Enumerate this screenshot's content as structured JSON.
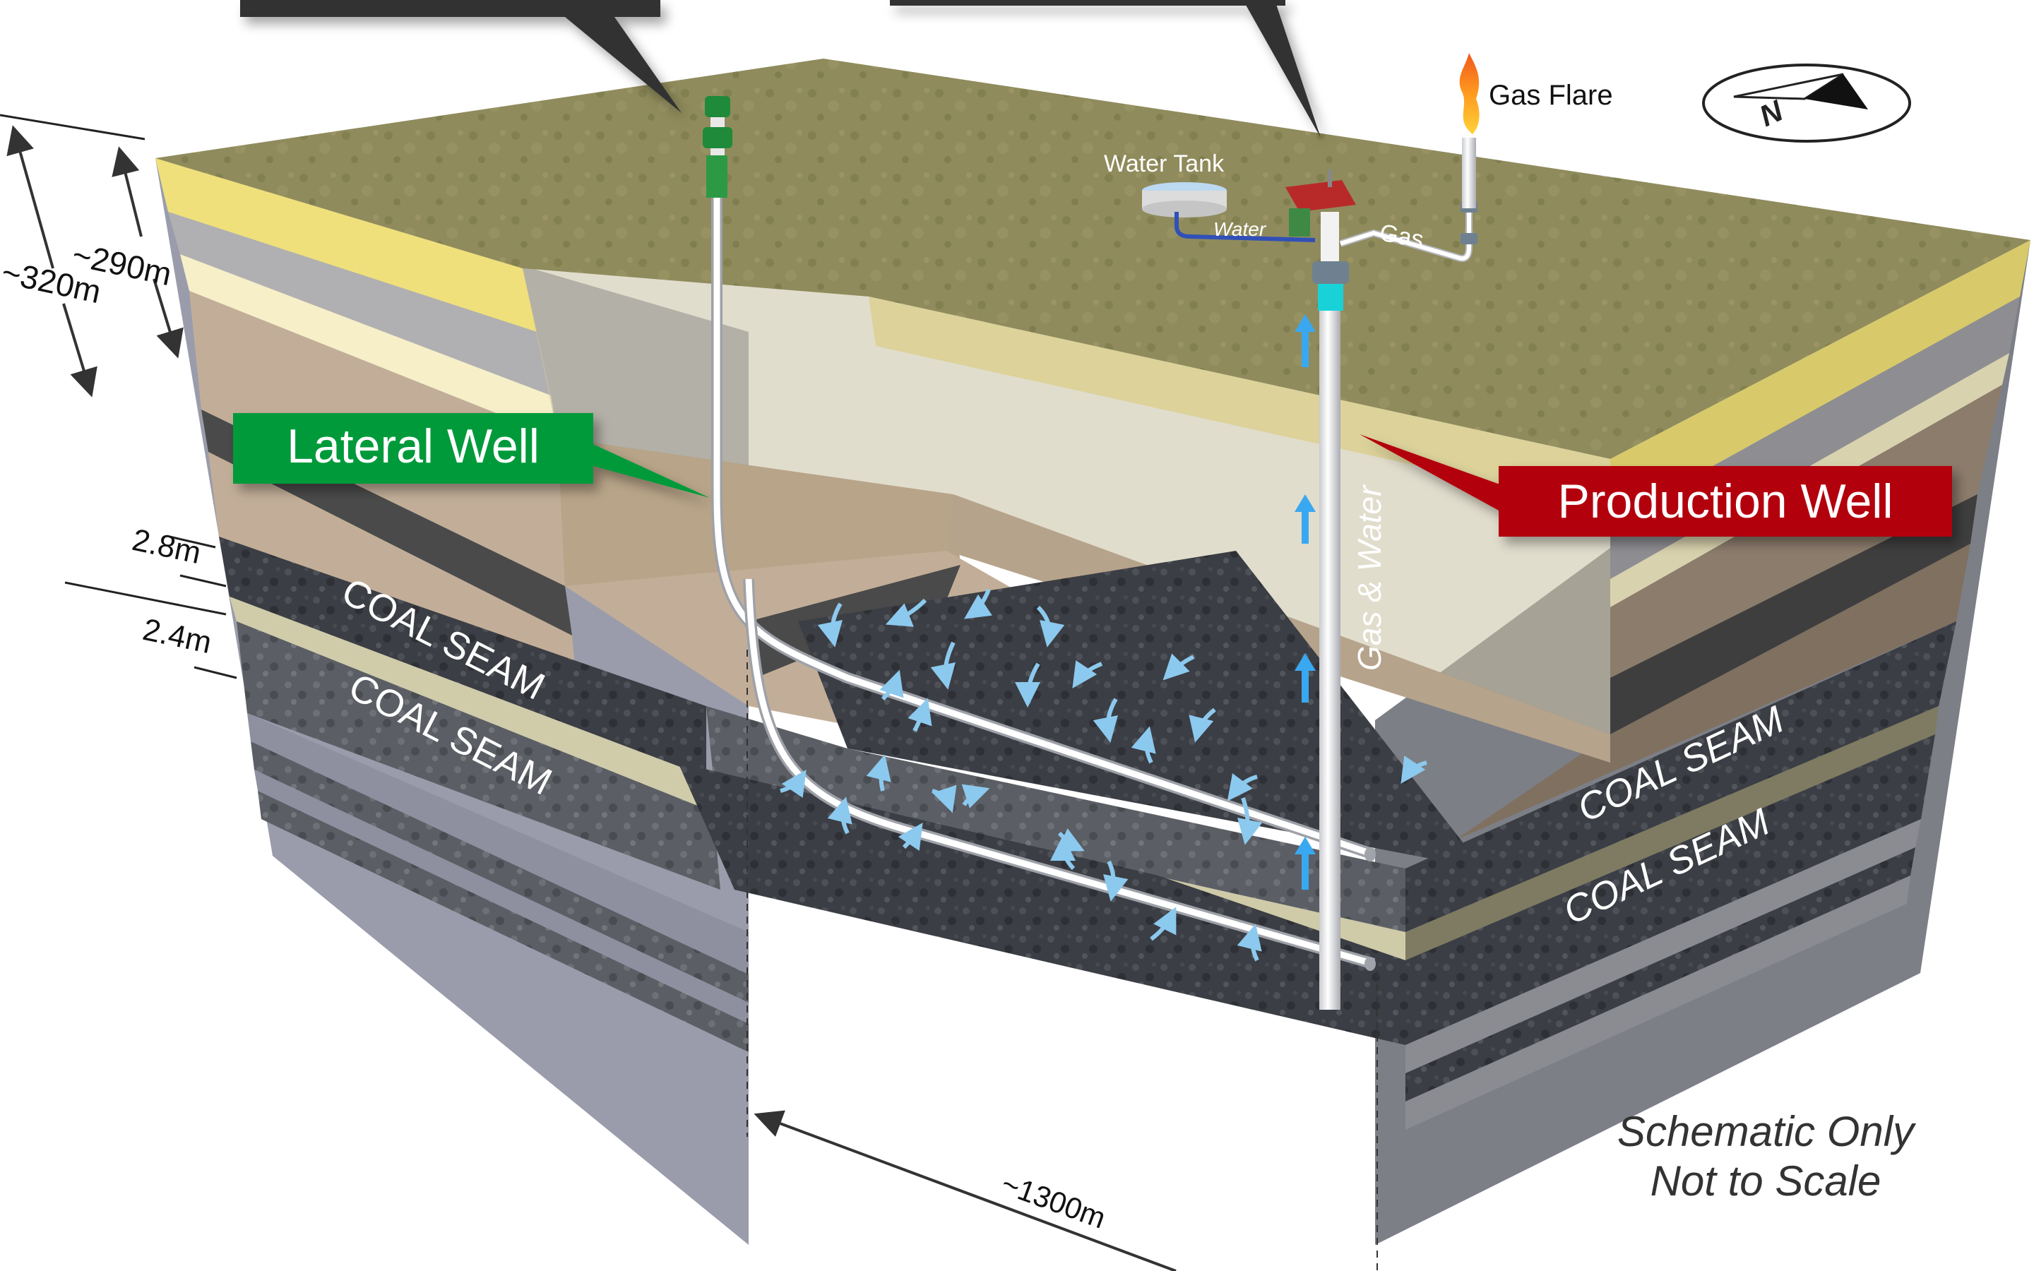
{
  "callouts": {
    "lateral_well": "Lateral Well",
    "production_well": "Production Well"
  },
  "surface_labels": {
    "water_tank": "Water Tank",
    "water": "Water",
    "gas": "Gas",
    "gas_flare": "Gas Flare",
    "gas_and_water": "Gas & Water"
  },
  "seam_labels": {
    "left_upper": "COAL SEAM",
    "left_lower": "COAL SEAM",
    "right_upper": "COAL SEAM",
    "right_lower": "COAL SEAM"
  },
  "dimensions": {
    "depth_total": "~320m",
    "depth_to_seam": "~290m",
    "upper_seam_thickness": "2.8m",
    "lower_seam_thickness": "2.4m",
    "lateral_length": "~1300m"
  },
  "compass": {
    "north_letter": "N"
  },
  "disclaimer": {
    "line1": "Schematic Only",
    "line2": "Not to Scale"
  },
  "colors": {
    "lateral_callout": "#009a3a",
    "production_callout": "#b30008",
    "dark_callout": "#333333",
    "flow_arrow": "#3aa8f0",
    "grass": "#8e8a5a",
    "sand_yellow": "#efe07c",
    "clay_grey": "#b0b0b0",
    "cream": "#f7efc8",
    "tan": "#c2ae98",
    "shale": "#4a4a4a",
    "coal": "#3c3f45",
    "interburden": "#d0ccaa",
    "base_grey": "#9a9cab"
  }
}
